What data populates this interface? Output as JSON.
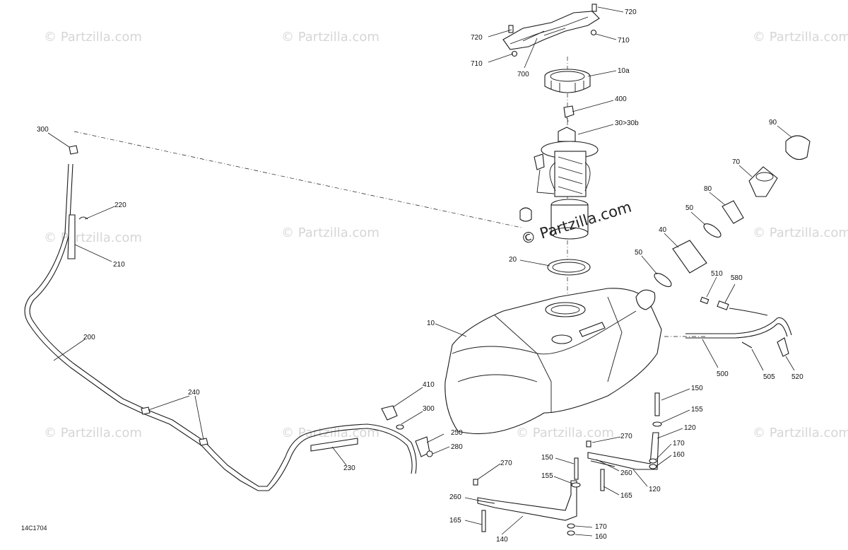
{
  "diagram_code": "14C1704",
  "watermark": {
    "repeat_text": "© Partzilla.com",
    "center_text": "© Partzilla.com"
  },
  "callouts": {
    "c720a": "720",
    "c720b": "720",
    "c710a": "710",
    "c710b": "710",
    "c700": "700",
    "c10a": "10a",
    "c400": "400",
    "c30": "30>30b",
    "c90": "90",
    "c70": "70",
    "c80": "80",
    "c50a": "50",
    "c40": "40",
    "c50b": "50",
    "c20": "20",
    "c10": "10",
    "c510": "510",
    "c580": "580",
    "c500": "500",
    "c505": "505",
    "c520": "520",
    "c300a": "300",
    "c220": "220",
    "c210": "210",
    "c200": "200",
    "c240": "240",
    "c230": "230",
    "c410": "410",
    "c300b": "300",
    "c250": "250",
    "c280": "280",
    "c150a": "150",
    "c155a": "155",
    "c120a": "120",
    "c270a": "270",
    "c170a": "170",
    "c160a": "160",
    "c260a": "260",
    "c120b": "120",
    "c150b": "150",
    "c155b": "155",
    "c165a": "165",
    "c270b": "270",
    "c260b": "260",
    "c165b": "165",
    "c140": "140",
    "c170b": "170",
    "c160b": "160"
  }
}
